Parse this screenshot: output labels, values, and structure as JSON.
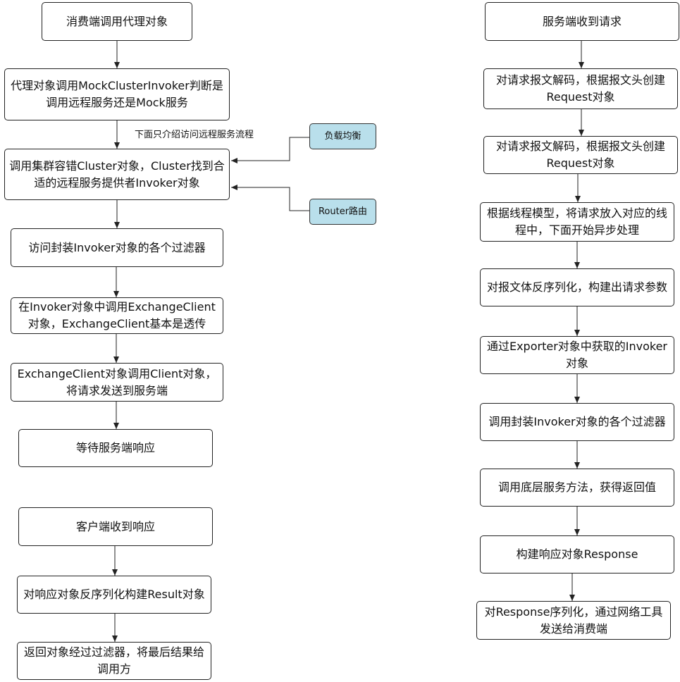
{
  "diagram": {
    "type": "flowchart",
    "client_flow": [
      "消费端调用代理对象",
      "代理对象调用MockClusterInvoker判断是调用远程服务还是Mock服务",
      "调用集群容错Cluster对象，Cluster找到合适的远程服务提供者Invoker对象",
      "访问封装Invoker对象的各个过滤器",
      "在Invoker对象中调用ExchangeClient对象，ExchangeClient基本是透传",
      "ExchangeClient对象调用Client对象，将请求发送到服务端",
      "等待服务端响应"
    ],
    "response_flow": [
      "客户端收到响应",
      "对响应对象反序列化构建Result对象",
      "返回对象经过过滤器，将最后结果给调用方"
    ],
    "server_flow": [
      "服务端收到请求",
      "对请求报文解码，根据报文头创建Request对象",
      "对请求报文解码，根据报文头创建Request对象",
      "根据线程模型，将请求放入对应的线程中，下面开始异步处理",
      "对报文体反序列化，构建出请求参数",
      "通过Exporter对象中获取的Invoker对象",
      "调用封装Invoker对象的各个过滤器",
      "调用底层服务方法，获得返回值",
      "构建响应对象Response",
      "对Response序列化，通过网络工具发送给消费端"
    ],
    "notes": {
      "load_balance": "负载均衡",
      "router": "Router路由"
    },
    "edge_label": "下面只介绍访问远程服务流程"
  }
}
